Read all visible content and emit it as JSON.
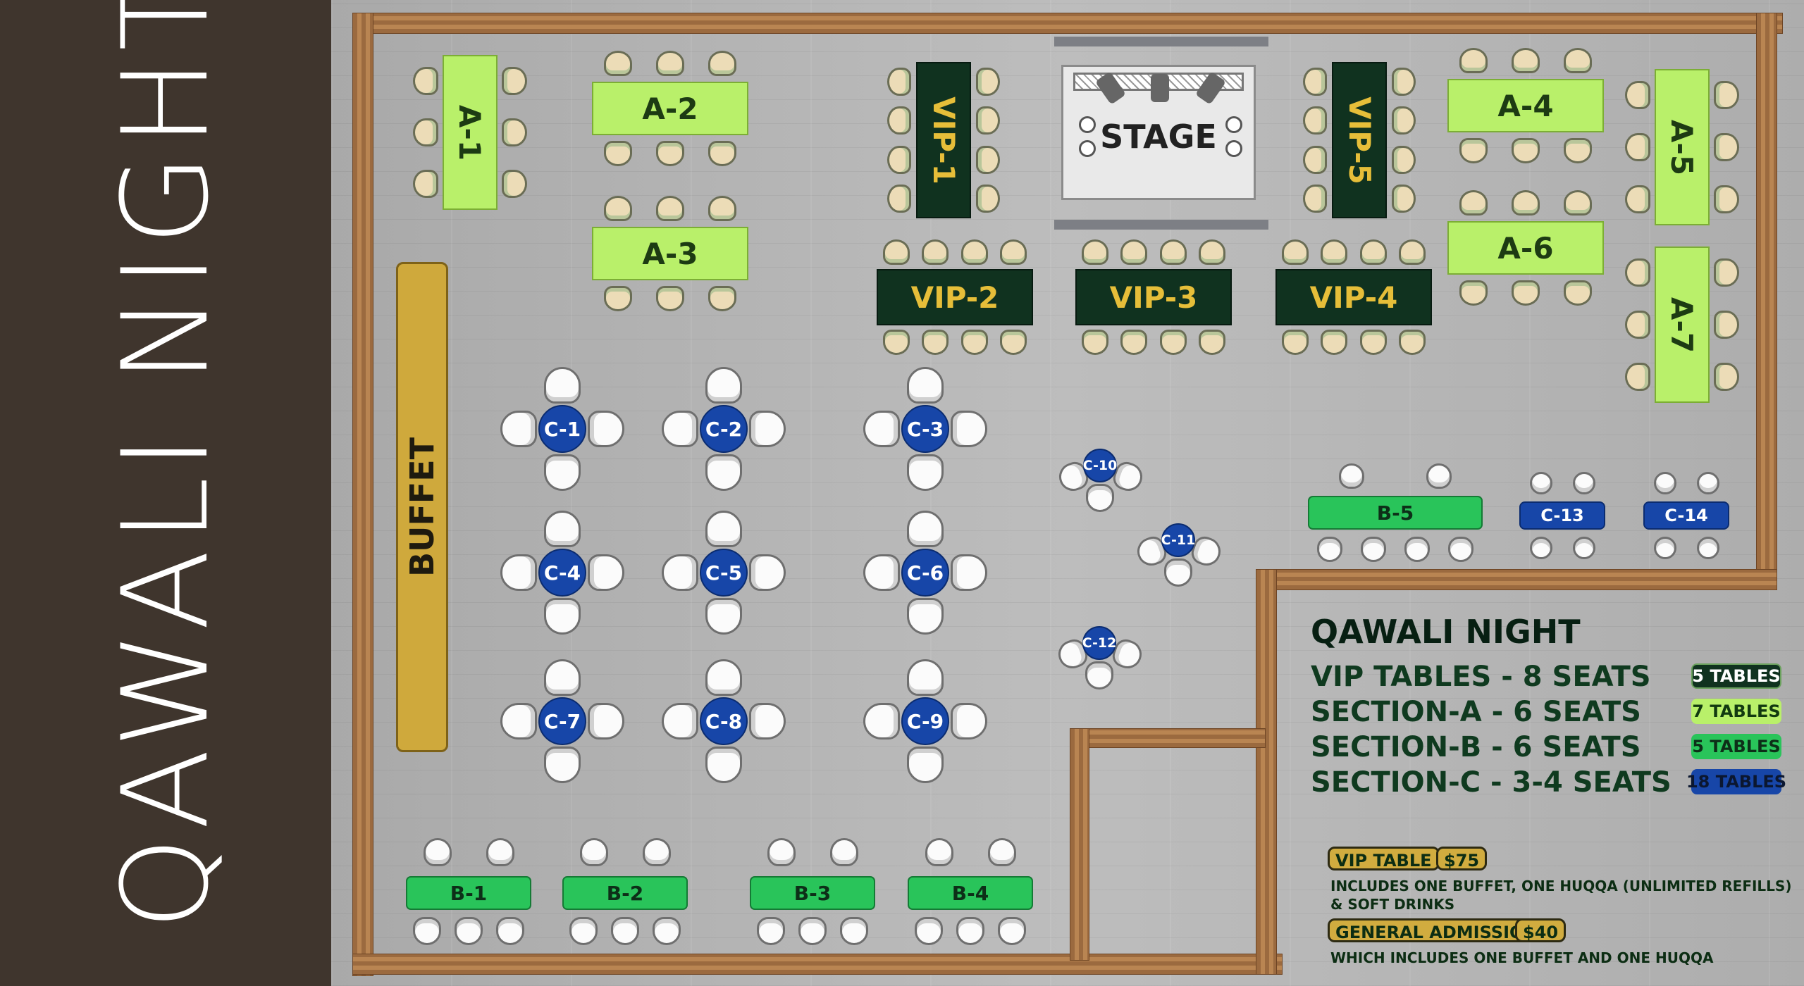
{
  "side_title": "QAWALI NIGHT",
  "stage_label": "STAGE",
  "buffet_label": "BUFFET",
  "tables": {
    "section_a": [
      "A-1",
      "A-2",
      "A-3",
      "A-4",
      "A-5",
      "A-6",
      "A-7"
    ],
    "vip": [
      "VIP-1",
      "VIP-2",
      "VIP-3",
      "VIP-4",
      "VIP-5"
    ],
    "section_b": [
      "B-1",
      "B-2",
      "B-3",
      "B-4",
      "B-5"
    ],
    "section_c": [
      "C-1",
      "C-2",
      "C-3",
      "C-4",
      "C-5",
      "C-6",
      "C-7",
      "C-8",
      "C-9",
      "C-10",
      "C-11",
      "C-12",
      "C-13",
      "C-14"
    ]
  },
  "legend": {
    "title": "QAWALI NIGHT",
    "rows": [
      {
        "label": "VIP TABLES - 8 SEATS",
        "badge": "5 TABLES"
      },
      {
        "label": "SECTION-A - 6 SEATS",
        "badge": "7 TABLES"
      },
      {
        "label": "SECTION-B - 6 SEATS",
        "badge": "5 TABLES"
      },
      {
        "label": "SECTION-C - 3-4 SEATS",
        "badge": "18 TABLES"
      }
    ]
  },
  "pricing": {
    "vip_label": "VIP TABLE",
    "vip_price": "$75",
    "vip_note_1": "INCLUDES ONE BUFFET, ONE HUQQA (UNLIMITED REFILLS)",
    "vip_note_2": "& SOFT DRINKS",
    "ga_label": "GENERAL ADMISSION",
    "ga_price": "$40",
    "ga_note": "WHICH INCLUDES ONE BUFFET AND ONE HUQQA"
  },
  "colors": {
    "sidebar": "#3f352d",
    "vip": "#10321f",
    "vip_text": "#e6be39",
    "section_a": "#b9f06a",
    "section_b": "#29c45a",
    "section_c": "#1746a8",
    "buffet": "#cfa93c",
    "wall": "#a87544"
  }
}
